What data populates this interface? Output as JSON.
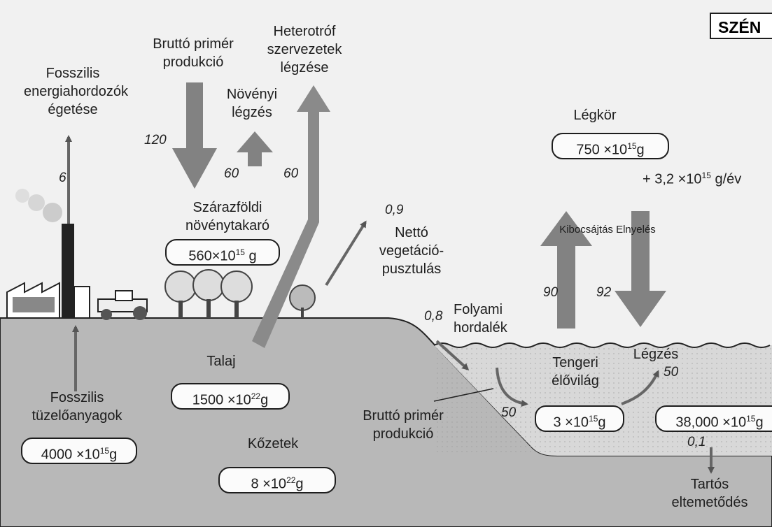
{
  "title": "SZÉN",
  "labels": {
    "fossil_burning": [
      "Fosszilis",
      "energiahordozók",
      "égetése"
    ],
    "gross_primary": [
      "Bruttó primér",
      "produkció"
    ],
    "heterotroph": [
      "Heterotróf",
      "szervezetek",
      "légzése"
    ],
    "plant_resp": [
      "Növényi",
      "légzés"
    ],
    "atmosphere": "Légkör",
    "atmosphere_rate": "+ 3,2 ×10",
    "atmosphere_rate_exp": "15",
    "atmosphere_rate_unit": " g/év",
    "land_veg": [
      "Szárazföldi",
      "növénytakaró"
    ],
    "net_veg": [
      "Nettó",
      "vegetáció-",
      "pusztulás"
    ],
    "emission": "Kibocsájtás",
    "uptake": "Elnyelés",
    "river": [
      "Folyami",
      "hordalék"
    ],
    "soil": "Talaj",
    "marine": [
      "Tengeri",
      "élővilág"
    ],
    "respiration": "Légzés",
    "fossil_fuels": [
      "Fosszilis",
      "tüzelőanyagok"
    ],
    "gross_primary2": [
      "Bruttó primér",
      "produkció"
    ],
    "rocks": "Kőzetek",
    "burial": [
      "Tartós",
      "eltemetődés"
    ]
  },
  "flows": {
    "fossil_burning": "6",
    "gross_primary": "120",
    "plant_resp": "60",
    "heterotroph": "60",
    "net_veg": "0,9",
    "emission": "90",
    "uptake": "92",
    "river": "0,8",
    "marine_production": "50",
    "marine_resp": "50",
    "burial": "0,1"
  },
  "pools": {
    "atmosphere": {
      "mant": "750 ×10",
      "exp": "15",
      "unit": "g"
    },
    "land_veg": {
      "mant": "560×10",
      "exp": "15",
      "unit": " g"
    },
    "soil": {
      "mant": "1500 ×10",
      "exp": "22",
      "unit": "g"
    },
    "fossil": {
      "mant": "4000 ×10",
      "exp": "15",
      "unit": "g"
    },
    "rocks": {
      "mant": "8 ×10",
      "exp": "22",
      "unit": "g"
    },
    "marine": {
      "mant": "3 ×10",
      "exp": "15",
      "unit": "g"
    },
    "ocean": {
      "mant": "38,000 ×10",
      "exp": "15",
      "unit": "g"
    }
  }
}
